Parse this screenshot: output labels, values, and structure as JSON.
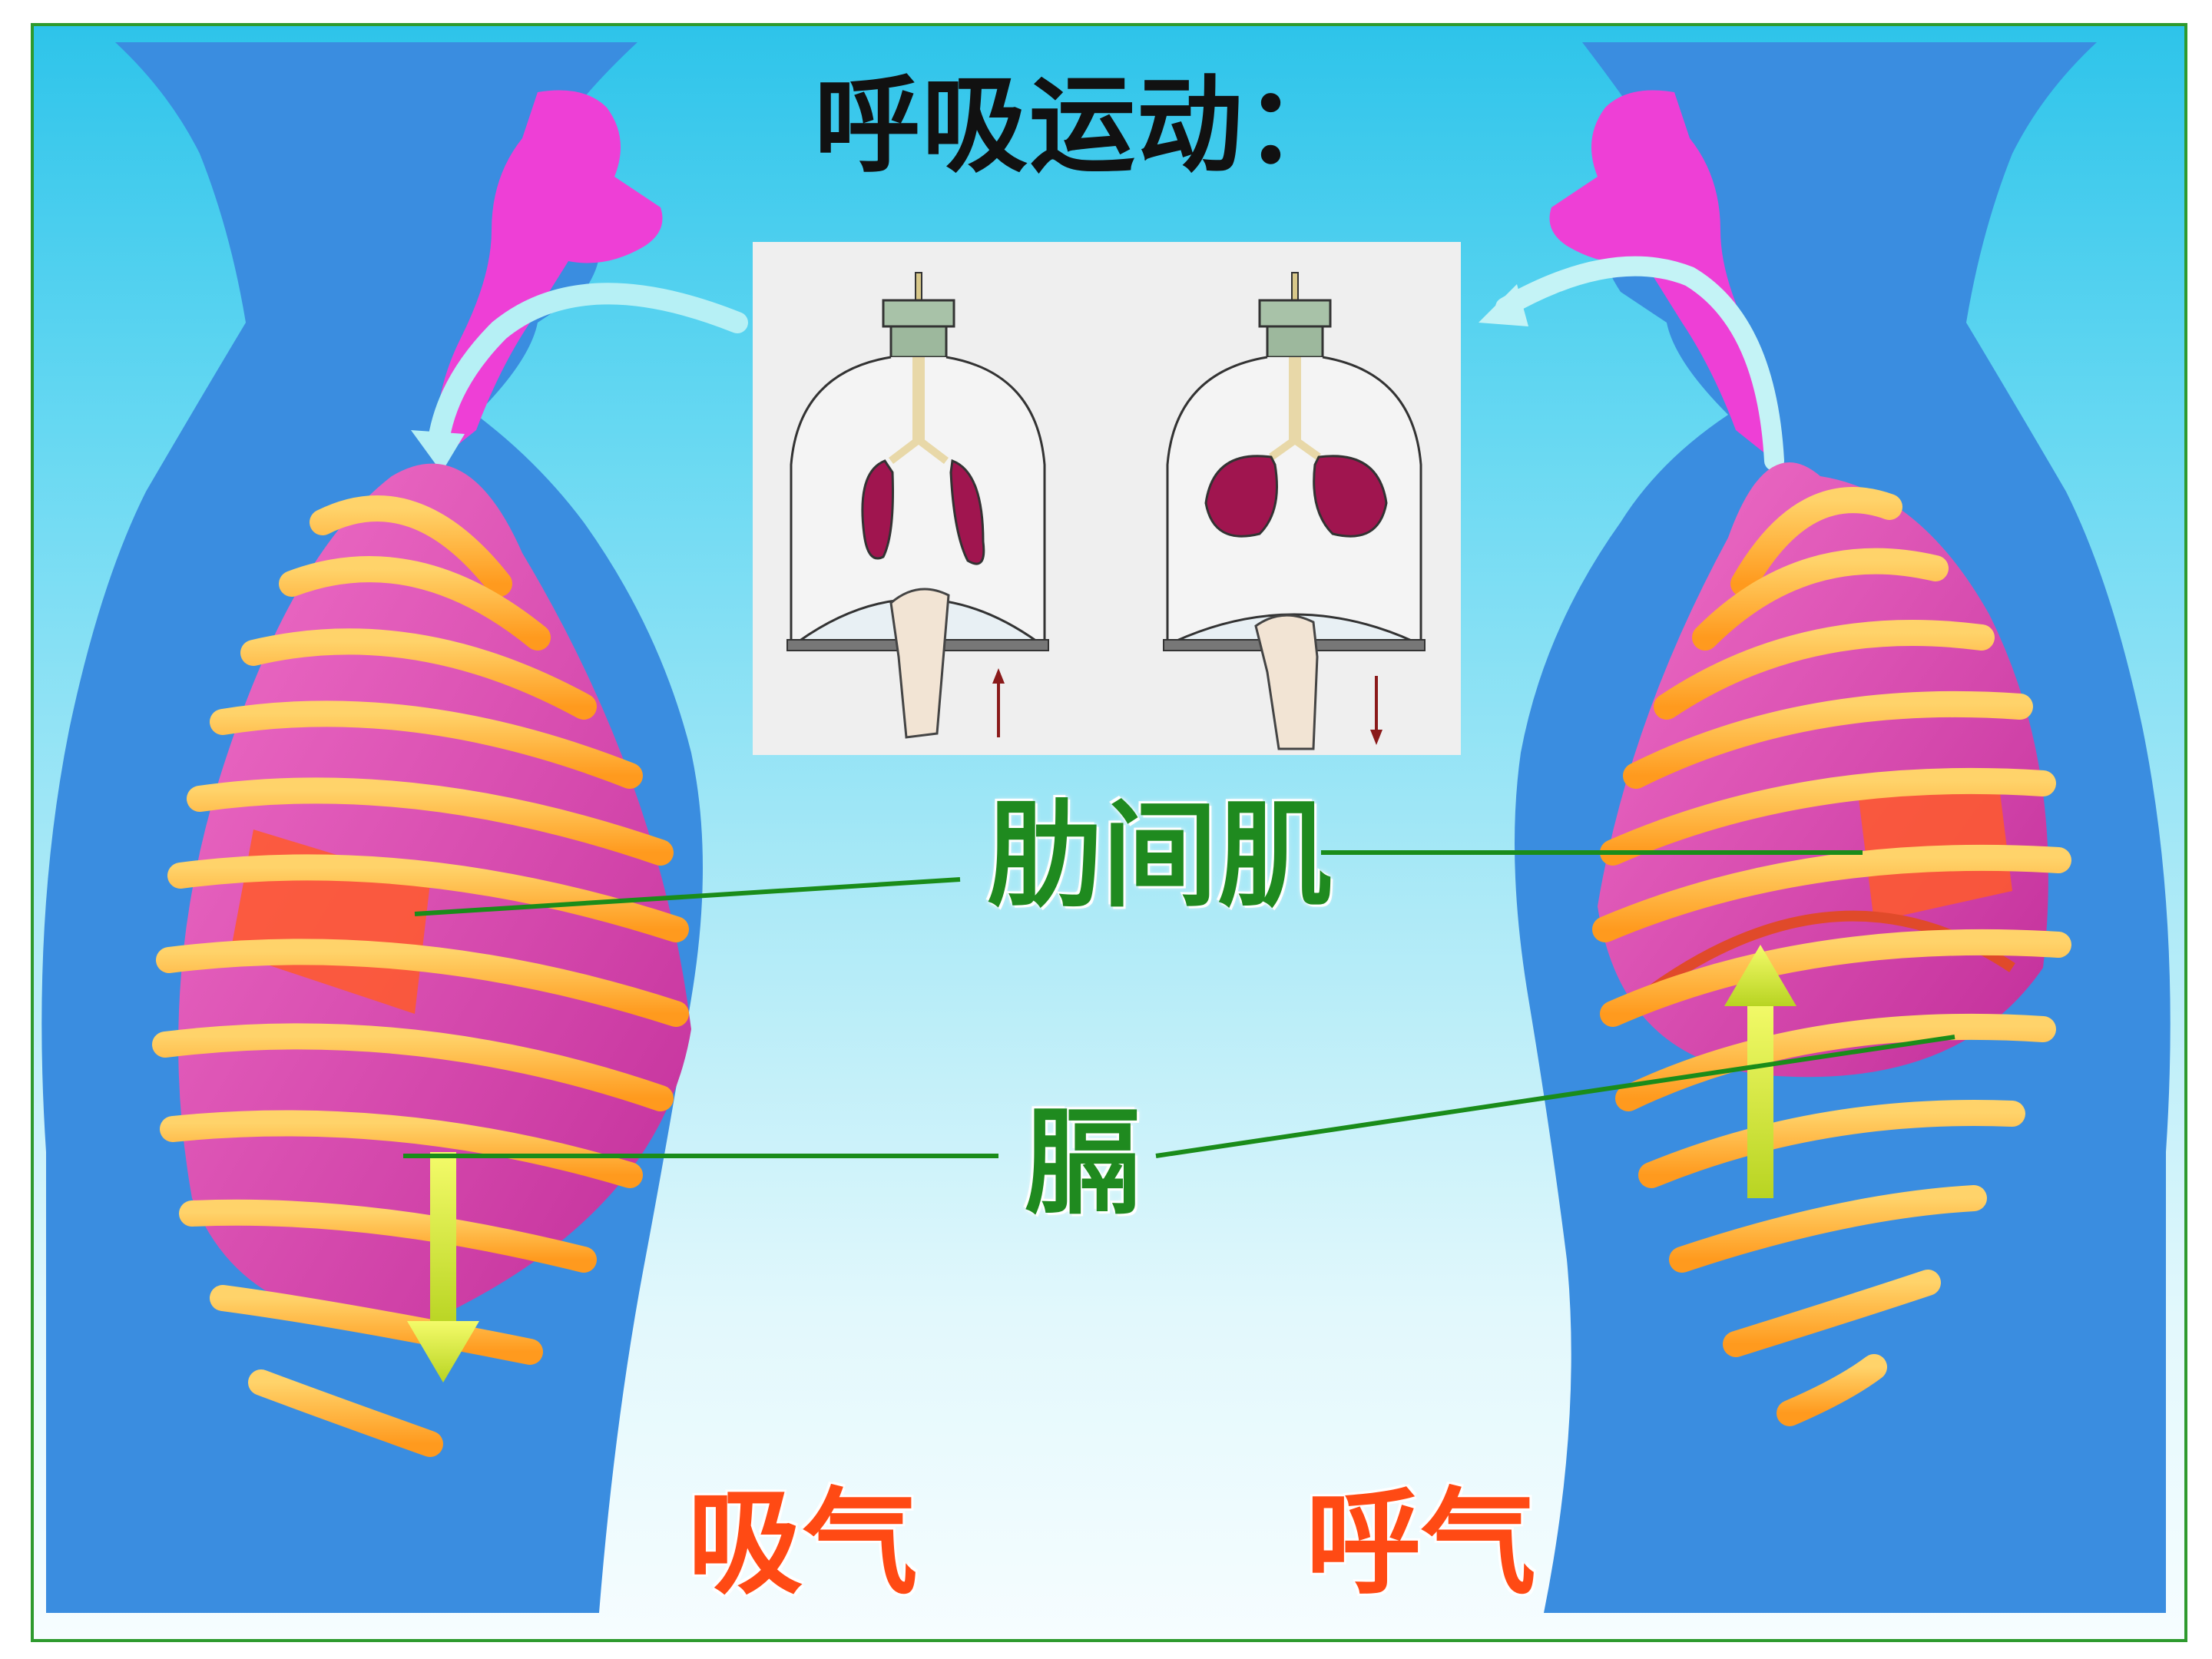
{
  "title": "呼吸运动：",
  "labels": {
    "intercostal_muscle": "肋间肌",
    "diaphragm": "膈",
    "inhale": "吸气",
    "exhale": "呼气"
  },
  "colors": {
    "frame_border": "#2e9a2e",
    "body_silhouette": "#3a8de0",
    "airway": "#ee3fd6",
    "lungs": "#d63fae",
    "ribs": "#ffaa28",
    "label_green": "#1f8a1f",
    "label_red": "#ff4a14",
    "leader_line": "#1a8c1a",
    "model_lung": "#a0154f",
    "arrow_yellow": "#e8f24a"
  },
  "icons": [
    "bell-jar-model-inhale",
    "bell-jar-model-exhale",
    "hand-pulling-membrane",
    "hand-pushing-membrane"
  ]
}
